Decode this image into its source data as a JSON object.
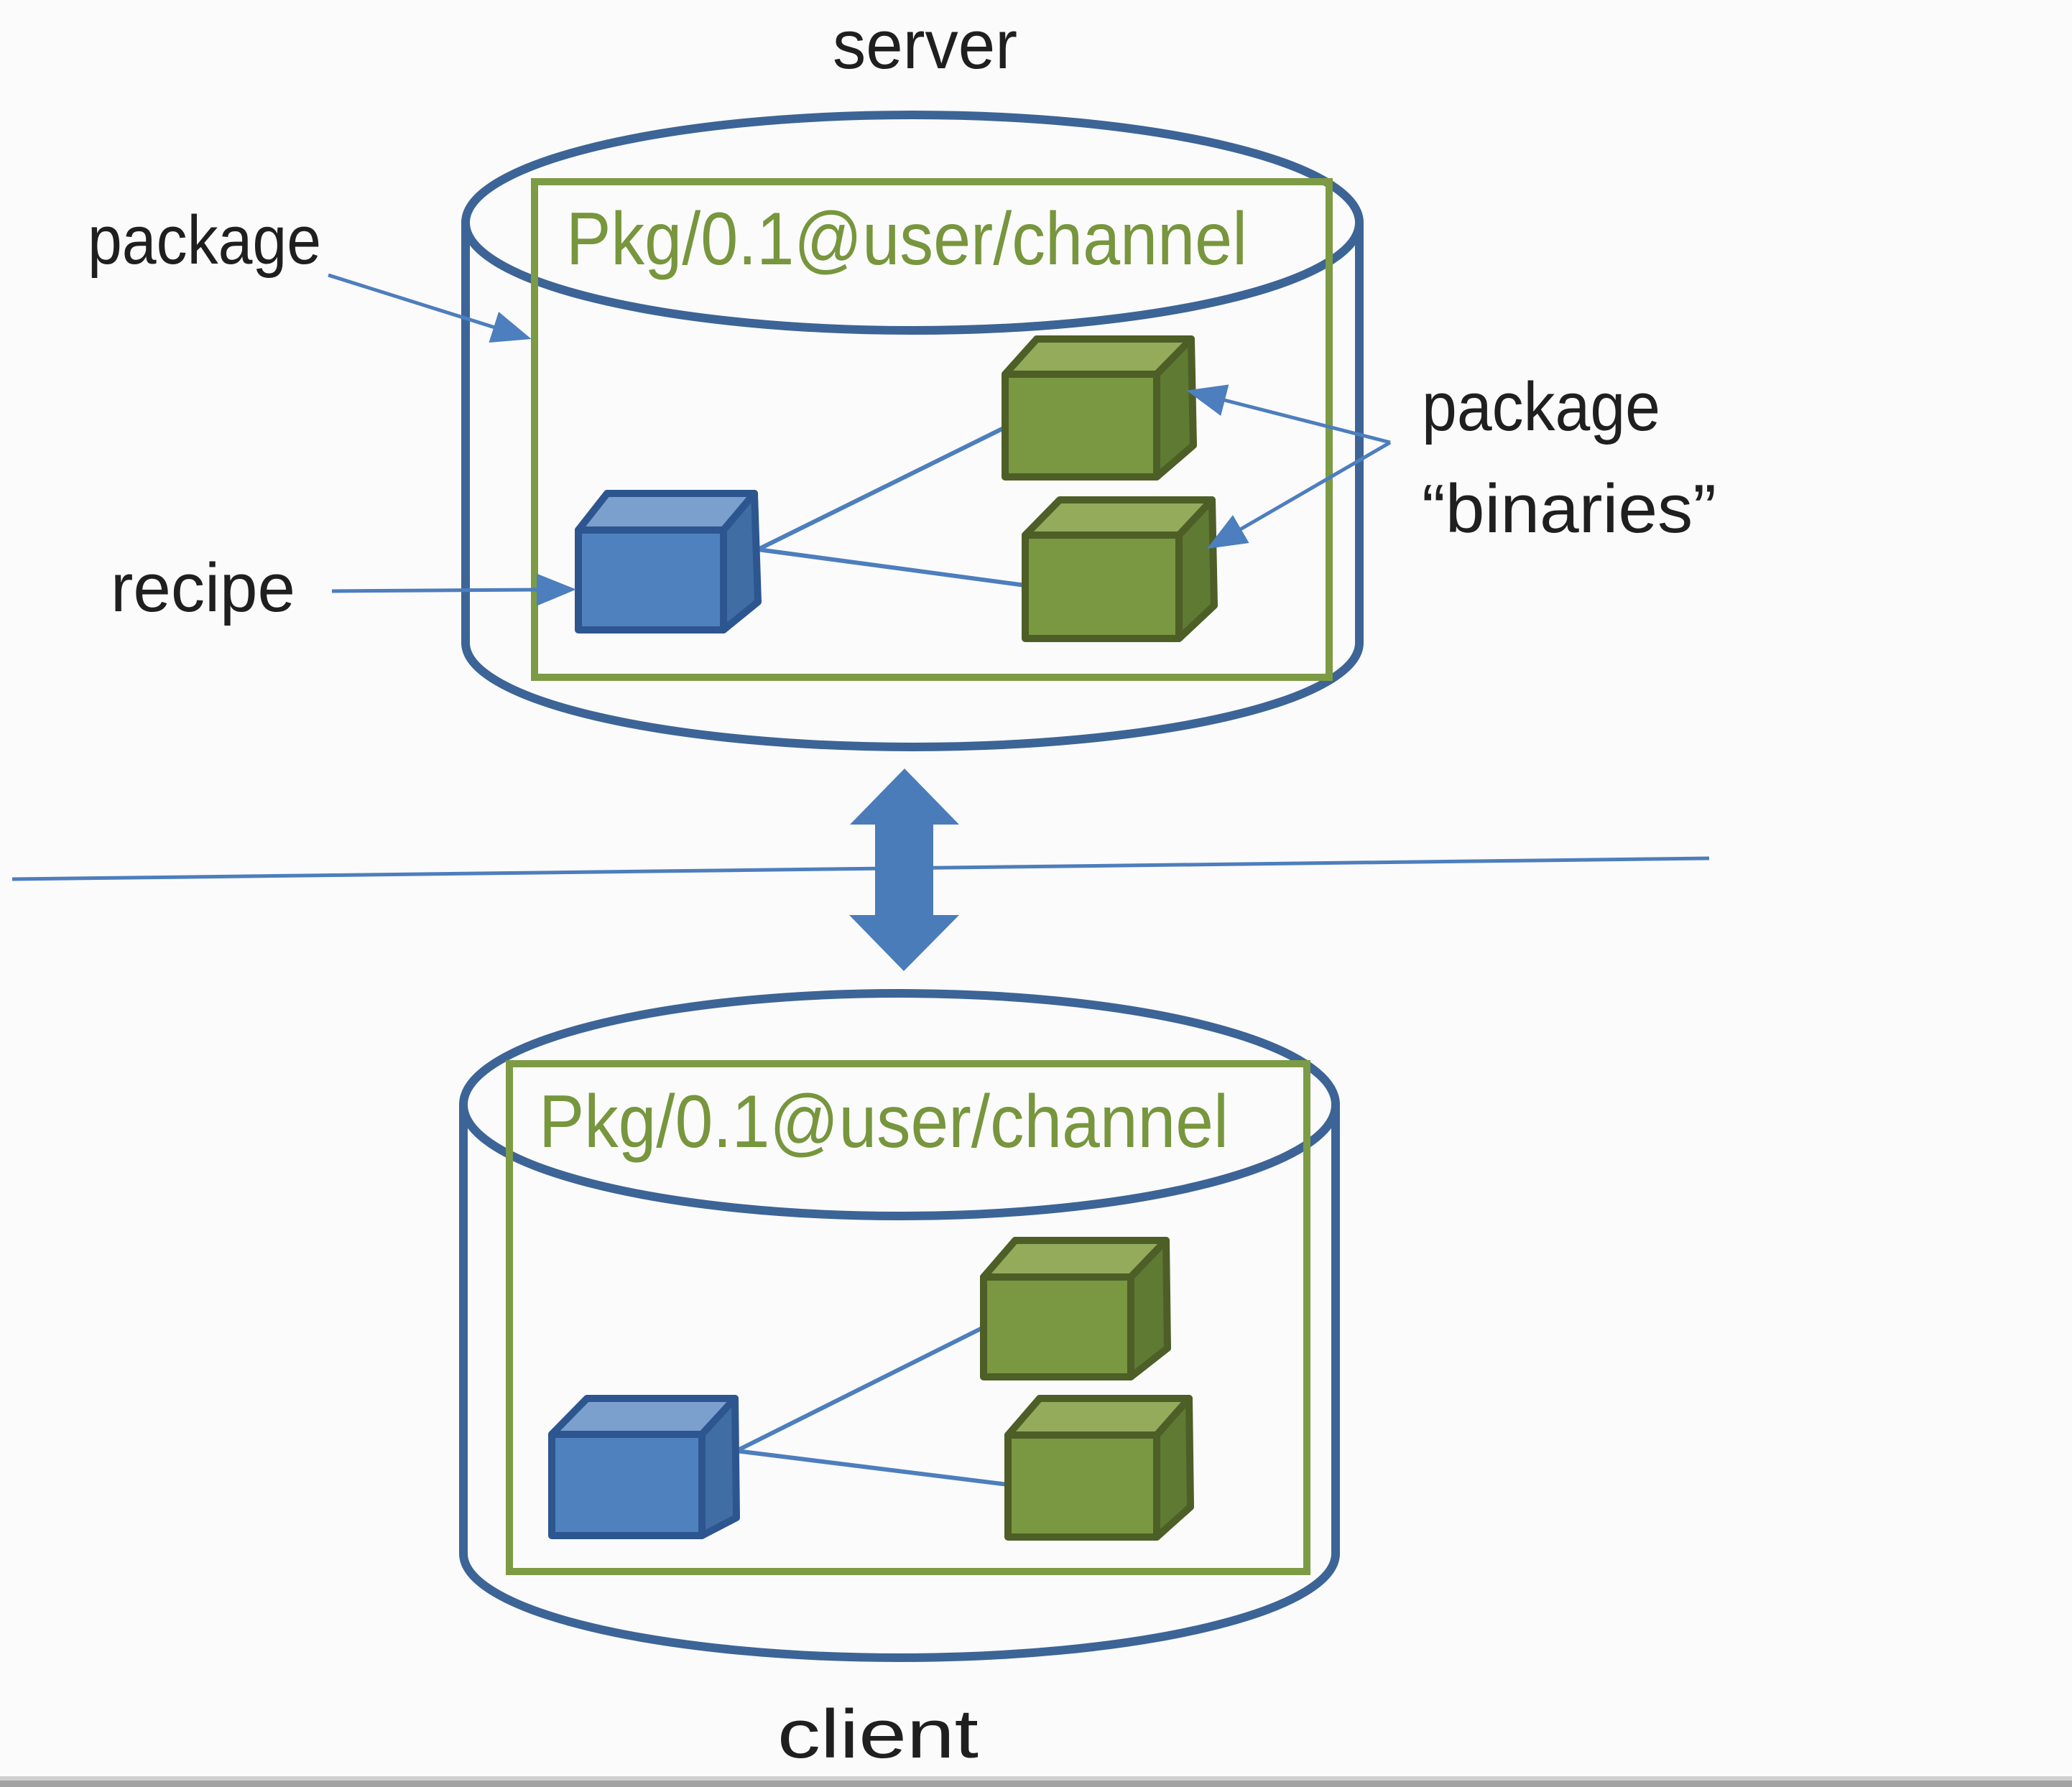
{
  "labels": {
    "server": "server",
    "client": "client",
    "package": "package",
    "recipe": "recipe",
    "binaries_line1": "package",
    "binaries_line2": "“binaries”"
  },
  "server_repo": {
    "title": "Pkg/0.1@user/channel"
  },
  "client_repo": {
    "title": "Pkg/0.1@user/channel"
  },
  "colors": {
    "label_text": "#1f1f1f",
    "repo_title_green": "#77963d",
    "cylinder_stroke": "#3c6496",
    "package_boundary_green": "#7c9b44",
    "connector_blue": "#4d7ebd",
    "sync_arrow_blue": "#4a7cba",
    "recipe_cube_front": "#4e81bd",
    "recipe_cube_top": "#7ca0ce",
    "recipe_cube_side": "#406da4",
    "recipe_cube_border": "#2d5690",
    "binary_cube_front": "#7a9741",
    "binary_cube_top": "#93ab5b",
    "binary_cube_side": "#5f7a33",
    "binary_cube_border": "#4d5e27",
    "background": "#fbfbfb",
    "bottom_bar": "#a3a3a3"
  }
}
